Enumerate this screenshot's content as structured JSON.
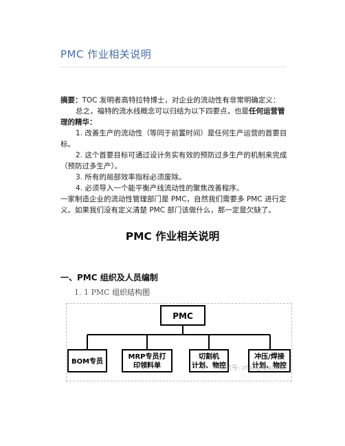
{
  "document": {
    "header_title": "PMC 作业相关说明",
    "summary": {
      "line1_label": "摘要：",
      "line1_text": "TOC 发明者高特拉特博士，对企业的流动性有非常明确定义：",
      "line2_text": "总之，福特的流水线概念可以归结为以下四要点，也是",
      "line2_bold": "任何运营管理的精华：",
      "points": [
        "1. 改善生产的流动性（等同于前置时间）是任何生产运营的首要目标。",
        "2. 这个首要目标可通过设计务实有效的预防过多生产的机制来完成（预防过多生产）。",
        "3. 所有的局部效率指标必须废除。",
        "4. 必须导入一个能平衡产线流动性的聚焦改善程序。"
      ],
      "closing": "一家制造企业的流动性管理部门是 PMC，自然我们需要多 PMC 进行定义。如果我们没有定义清楚 PMC 部门该做什么，那一定是欠缺了。"
    },
    "main_title": "PMC 作业相关说明",
    "section_heading": "一、PMC 组织及人员编制",
    "subsection": "1. 1  PMC 组织结构图"
  },
  "chart_data": {
    "type": "org-chart",
    "root": "PMC",
    "children": [
      "BOM专员",
      "MRP专员打印领料单",
      "切割机计划、物控",
      "冲压/焊接计划、物控"
    ]
  },
  "watermark": "微信号:zhangxiaoxue"
}
